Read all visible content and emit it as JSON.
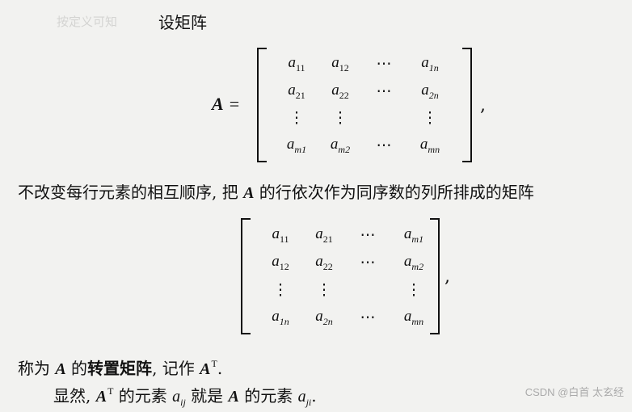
{
  "header_text": "设矩阵",
  "matrix_A": {
    "name": "A",
    "equals": "=",
    "trailing": ",",
    "rows": [
      [
        {
          "b": "a",
          "s": "11"
        },
        {
          "b": "a",
          "s": "12"
        },
        {
          "d": "⋯"
        },
        {
          "b": "a",
          "s": "1n"
        }
      ],
      [
        {
          "b": "a",
          "s": "21"
        },
        {
          "b": "a",
          "s": "22"
        },
        {
          "d": "⋯"
        },
        {
          "b": "a",
          "s": "2n"
        }
      ],
      [
        {
          "d": "⋮"
        },
        {
          "d": "⋮"
        },
        {
          "d": ""
        },
        {
          "d": "⋮"
        }
      ],
      [
        {
          "b": "a",
          "s": "m1"
        },
        {
          "b": "a",
          "s": "m2"
        },
        {
          "d": "⋯"
        },
        {
          "b": "a",
          "s": "mn"
        }
      ]
    ]
  },
  "middle_sentence": {
    "part1": "不改变每行元素的相互顺序, 把 ",
    "A": "A",
    "part2": " 的行依次作为同序数的列所排成的矩阵"
  },
  "matrix_AT": {
    "trailing": ",",
    "rows": [
      [
        {
          "b": "a",
          "s": "11"
        },
        {
          "b": "a",
          "s": "21"
        },
        {
          "d": "⋯"
        },
        {
          "b": "a",
          "s": "m1"
        }
      ],
      [
        {
          "b": "a",
          "s": "12"
        },
        {
          "b": "a",
          "s": "22"
        },
        {
          "d": "⋯"
        },
        {
          "b": "a",
          "s": "m2"
        }
      ],
      [
        {
          "d": "⋮"
        },
        {
          "d": "⋮"
        },
        {
          "d": ""
        },
        {
          "d": "⋮"
        }
      ],
      [
        {
          "b": "a",
          "s": "1n"
        },
        {
          "b": "a",
          "s": "2n"
        },
        {
          "d": "⋯"
        },
        {
          "b": "a",
          "s": "mn"
        }
      ]
    ]
  },
  "called_line": {
    "part1": "称为 ",
    "A": "A",
    "part2": " 的",
    "term": "转置矩阵",
    "part3": ", 记作 ",
    "AT": "A",
    "T": "T",
    "end": "."
  },
  "obvious_line": {
    "part1": "显然, ",
    "AT": "A",
    "T": "T",
    "part2": " 的元素 ",
    "aij_base": "a",
    "aij_sub": "ij",
    "part3": " 就是 ",
    "A": "A",
    "part4": " 的元素 ",
    "aji_base": "a",
    "aji_sub": "ji",
    "end": "."
  },
  "faint_text": "按定义可知",
  "watermark": "CSDN @白首 太玄经"
}
